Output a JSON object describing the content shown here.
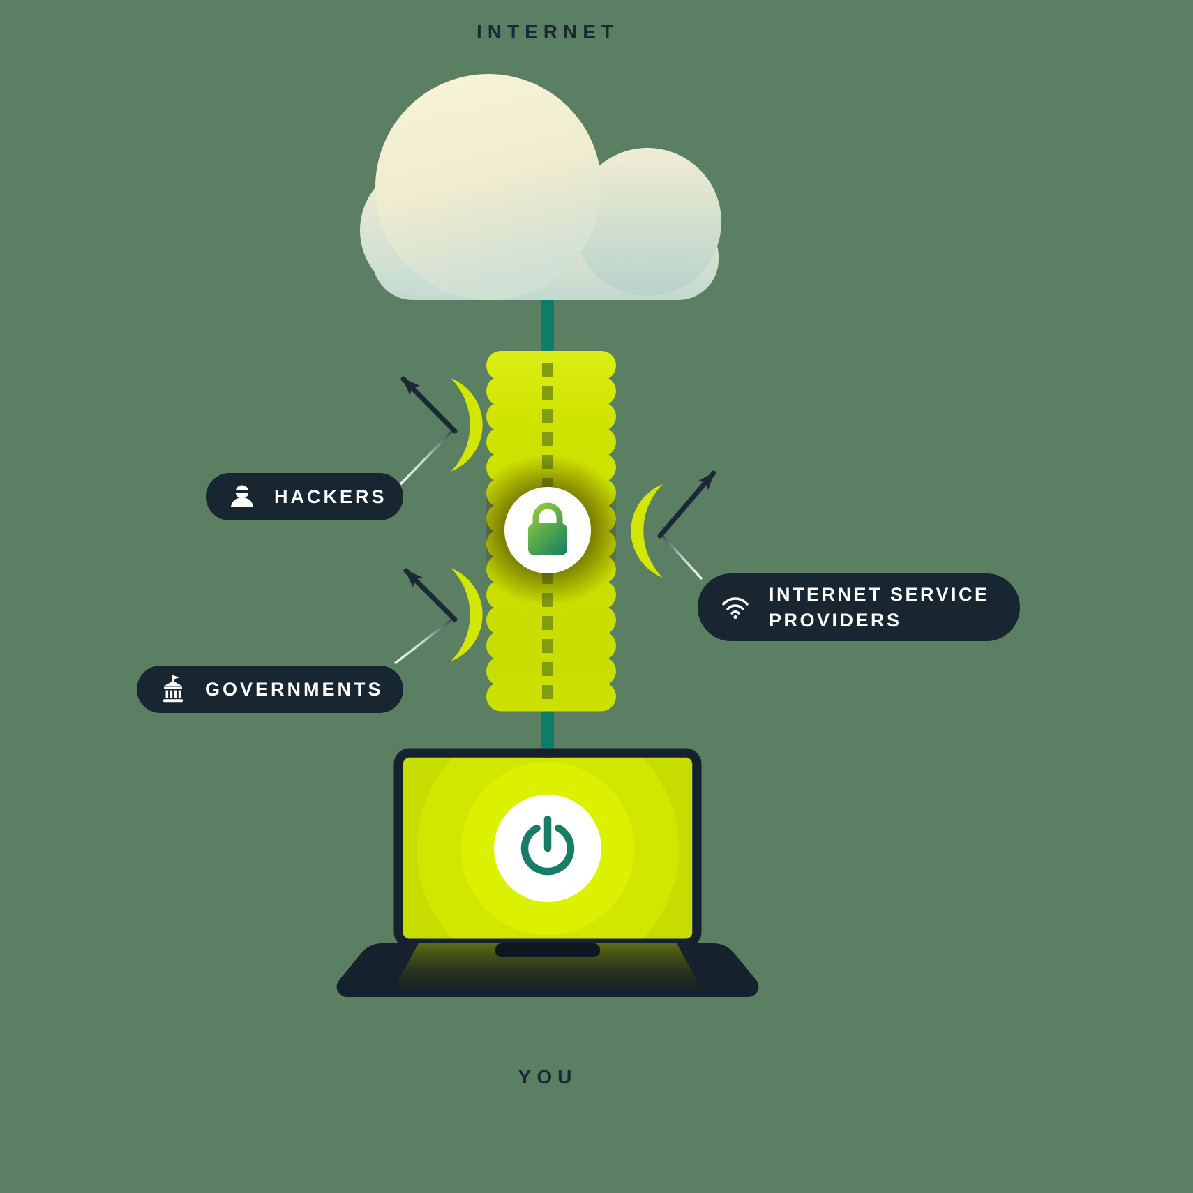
{
  "page": {
    "background_color": "#5b7f62",
    "top_label": "INTERNET",
    "bottom_label": "YOU"
  },
  "badges": {
    "hackers": {
      "label": "HACKERS",
      "icon": "hacker-icon"
    },
    "governments": {
      "label": "GOVERNMENTS",
      "icon": "government-icon"
    },
    "isp": {
      "line1": "INTERNET SERVICE",
      "line2": "PROVIDERS",
      "icon": "wifi-icon"
    }
  },
  "colors": {
    "badge_background": "#182631",
    "label_text_dark": "#1b2936",
    "badge_text": "#ffffff",
    "tunnel_lime": "#cfe300",
    "data_line_teal": "#0e7d68",
    "tunnel_dash_olive": "#7f9d0e",
    "cloud_cream": "#f8f3d8",
    "cloud_teal": "#bcd6cf",
    "lock_gradient_start": "#8cc63f",
    "lock_gradient_end": "#0a7a63",
    "power_icon_teal": "#177d67"
  }
}
